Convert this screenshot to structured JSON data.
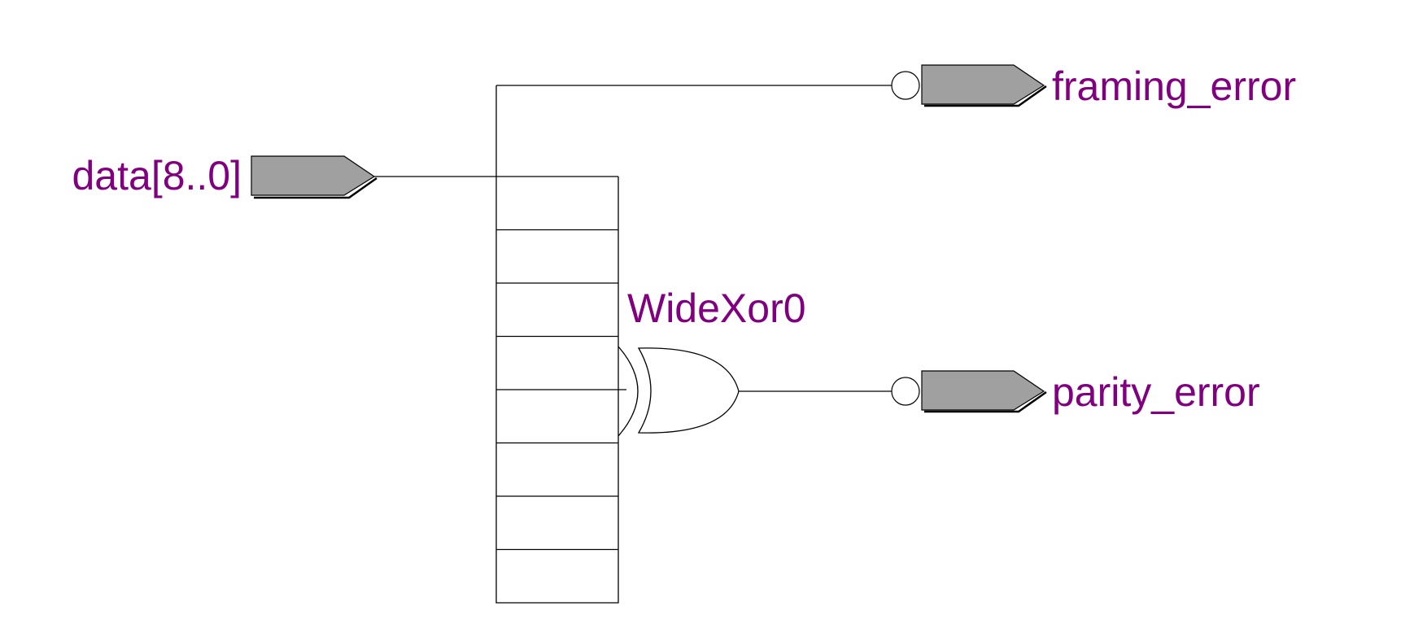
{
  "colors": {
    "label": "#800080",
    "pin_fill": "#a0a0a0",
    "wire": "#000000",
    "background": "#ffffff"
  },
  "ports": {
    "input": {
      "name": "data[8..0]"
    },
    "outputs": [
      {
        "name": "framing_error"
      },
      {
        "name": "parity_error"
      }
    ]
  },
  "gate": {
    "type": "xor",
    "name": "WideXor0"
  },
  "bus": {
    "taps": 8
  }
}
